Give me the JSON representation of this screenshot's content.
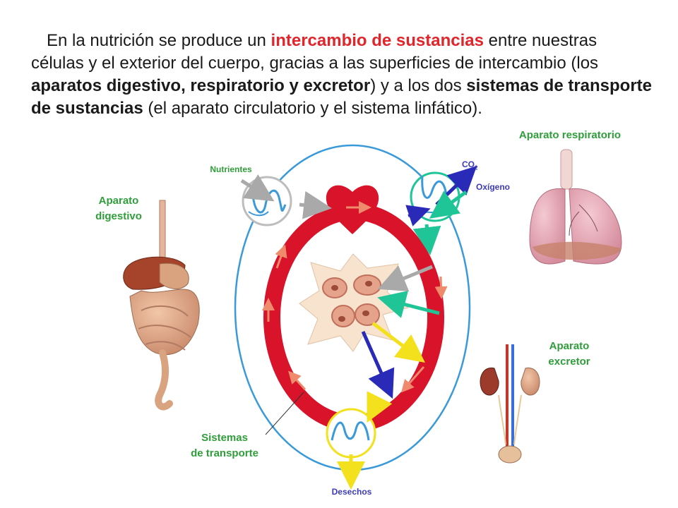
{
  "intro": {
    "p1": "En la nutrición se produce un ",
    "h1": "intercambio de sustancias",
    "p2": " entre nuestras células y el exterior del cuerpo, gracias a las superficies de intercambio (los ",
    "h2": "aparatos digestivo, respiratorio y excretor",
    "p3": ") y a los dos ",
    "h3": "sistemas de transporte de sustancias",
    "p4": " (el aparato circulatorio y el sistema linfático)."
  },
  "labels": {
    "respiratorio": "Aparato respiratorio",
    "digestivo_1": "Aparato",
    "digestivo_2": "digestivo",
    "excretor_1": "Aparato",
    "excretor_2": "excretor",
    "nutrientes": "Nutrientes",
    "co2_main": "CO",
    "co2_sub": "2",
    "oxigeno": "Oxígeno",
    "sistemas_1": "Sistemas",
    "sistemas_2": "de transporte",
    "desechos": "Desechos"
  },
  "colors": {
    "red_ring": "#d8132a",
    "blue_ring": "#3a9ad9",
    "highlight_text": "#e0252b",
    "label_green": "#2f9e3a",
    "label_blue": "#3b3bb8",
    "arrow_gray": "#a9a9a9",
    "arrow_teal": "#1fc596",
    "arrow_yellow": "#f2e11c",
    "arrow_navy": "#2a2ab8"
  }
}
